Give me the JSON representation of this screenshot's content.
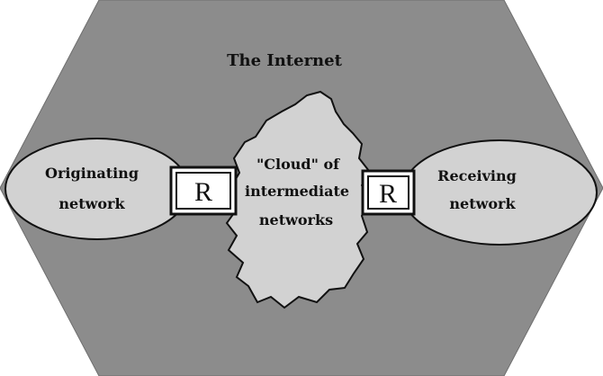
{
  "diagram": {
    "title": "The Internet",
    "originating": {
      "line1": "Originating",
      "line2": "network"
    },
    "receiving": {
      "line1": "Receiving",
      "line2": "network"
    },
    "cloud": {
      "line1": "\"Cloud\" of",
      "line2": "intermediate",
      "line3": "networks"
    },
    "router_left": "R",
    "router_right": "R"
  },
  "colors": {
    "background": "#8c8c8c",
    "shape_fill": "#d2d2d2",
    "outline": "#111111",
    "router_fill": "#ffffff"
  }
}
